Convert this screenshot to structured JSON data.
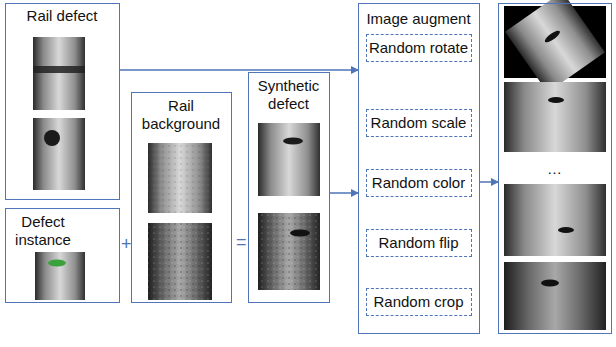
{
  "diagram": {
    "nodes": [
      {
        "text": [
          "Rail defect"
        ]
      },
      {
        "text": [
          "Defect instance"
        ]
      },
      {
        "text": [
          "Rail background"
        ]
      },
      {
        "text": [
          "Synthetic defect"
        ]
      },
      {
        "text": [
          "Image augment"
        ]
      },
      {
        "text": [
          "Random rotate"
        ],
        "in": 4
      },
      {
        "text": [
          "Random scale"
        ],
        "in": 4
      },
      {
        "text": [
          "Random color"
        ],
        "in": 4
      },
      {
        "text": [
          "Random flip"
        ],
        "in": 4
      },
      {
        "text": [
          "Random crop"
        ],
        "in": 4
      },
      {
        "text": [
          "…"
        ]
      }
    ],
    "edges": [
      {
        "from": 0,
        "to": 4,
        "arrow": "to"
      },
      {
        "from": 3,
        "to": 4,
        "arrow": "to"
      },
      {
        "from": 4,
        "to": 10,
        "arrow": "to"
      }
    ],
    "labels": [
      "+",
      "="
    ]
  }
}
